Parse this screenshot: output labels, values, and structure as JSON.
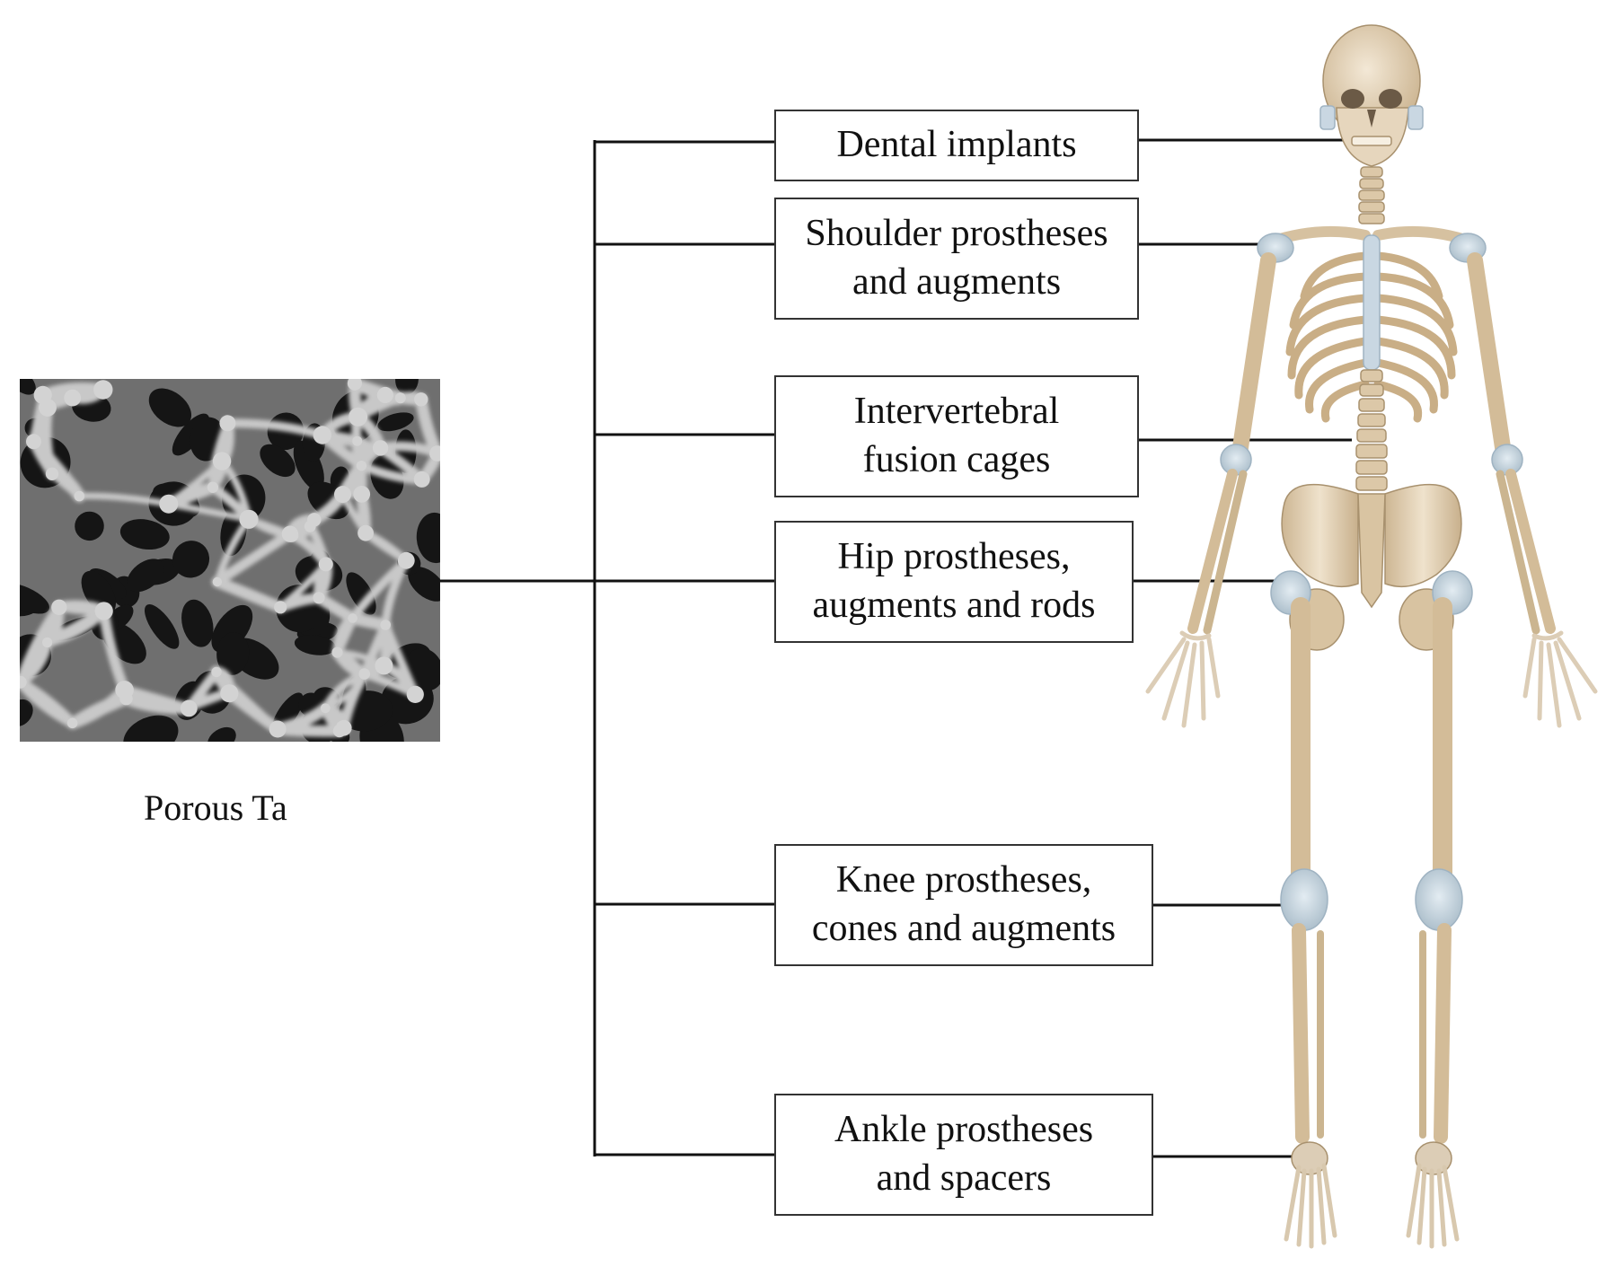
{
  "material": {
    "caption": "Porous Ta",
    "image_description_name": "porous-tantalum-micrograph"
  },
  "applications": [
    {
      "id": "dental",
      "lines": [
        "Dental implants"
      ]
    },
    {
      "id": "shoulder",
      "lines": [
        "Shoulder prostheses",
        "and augments"
      ]
    },
    {
      "id": "spine",
      "lines": [
        "Intervertebral",
        "fusion cages"
      ]
    },
    {
      "id": "hip",
      "lines": [
        "Hip prostheses,",
        "augments and rods"
      ]
    },
    {
      "id": "knee",
      "lines": [
        "Knee prostheses,",
        "cones and augments"
      ]
    },
    {
      "id": "ankle",
      "lines": [
        "Ankle prostheses",
        "and spacers"
      ]
    }
  ],
  "colors": {
    "line": "#111111",
    "box_border": "#333333",
    "bone": "#e2cfb2",
    "bone_dark": "#bfa886",
    "cartilage": "#c9d7e2",
    "micrograph_bg": "#6f6f6f",
    "micrograph_pore": "#1a1a1a",
    "micrograph_strut": "#c4c4c4"
  }
}
